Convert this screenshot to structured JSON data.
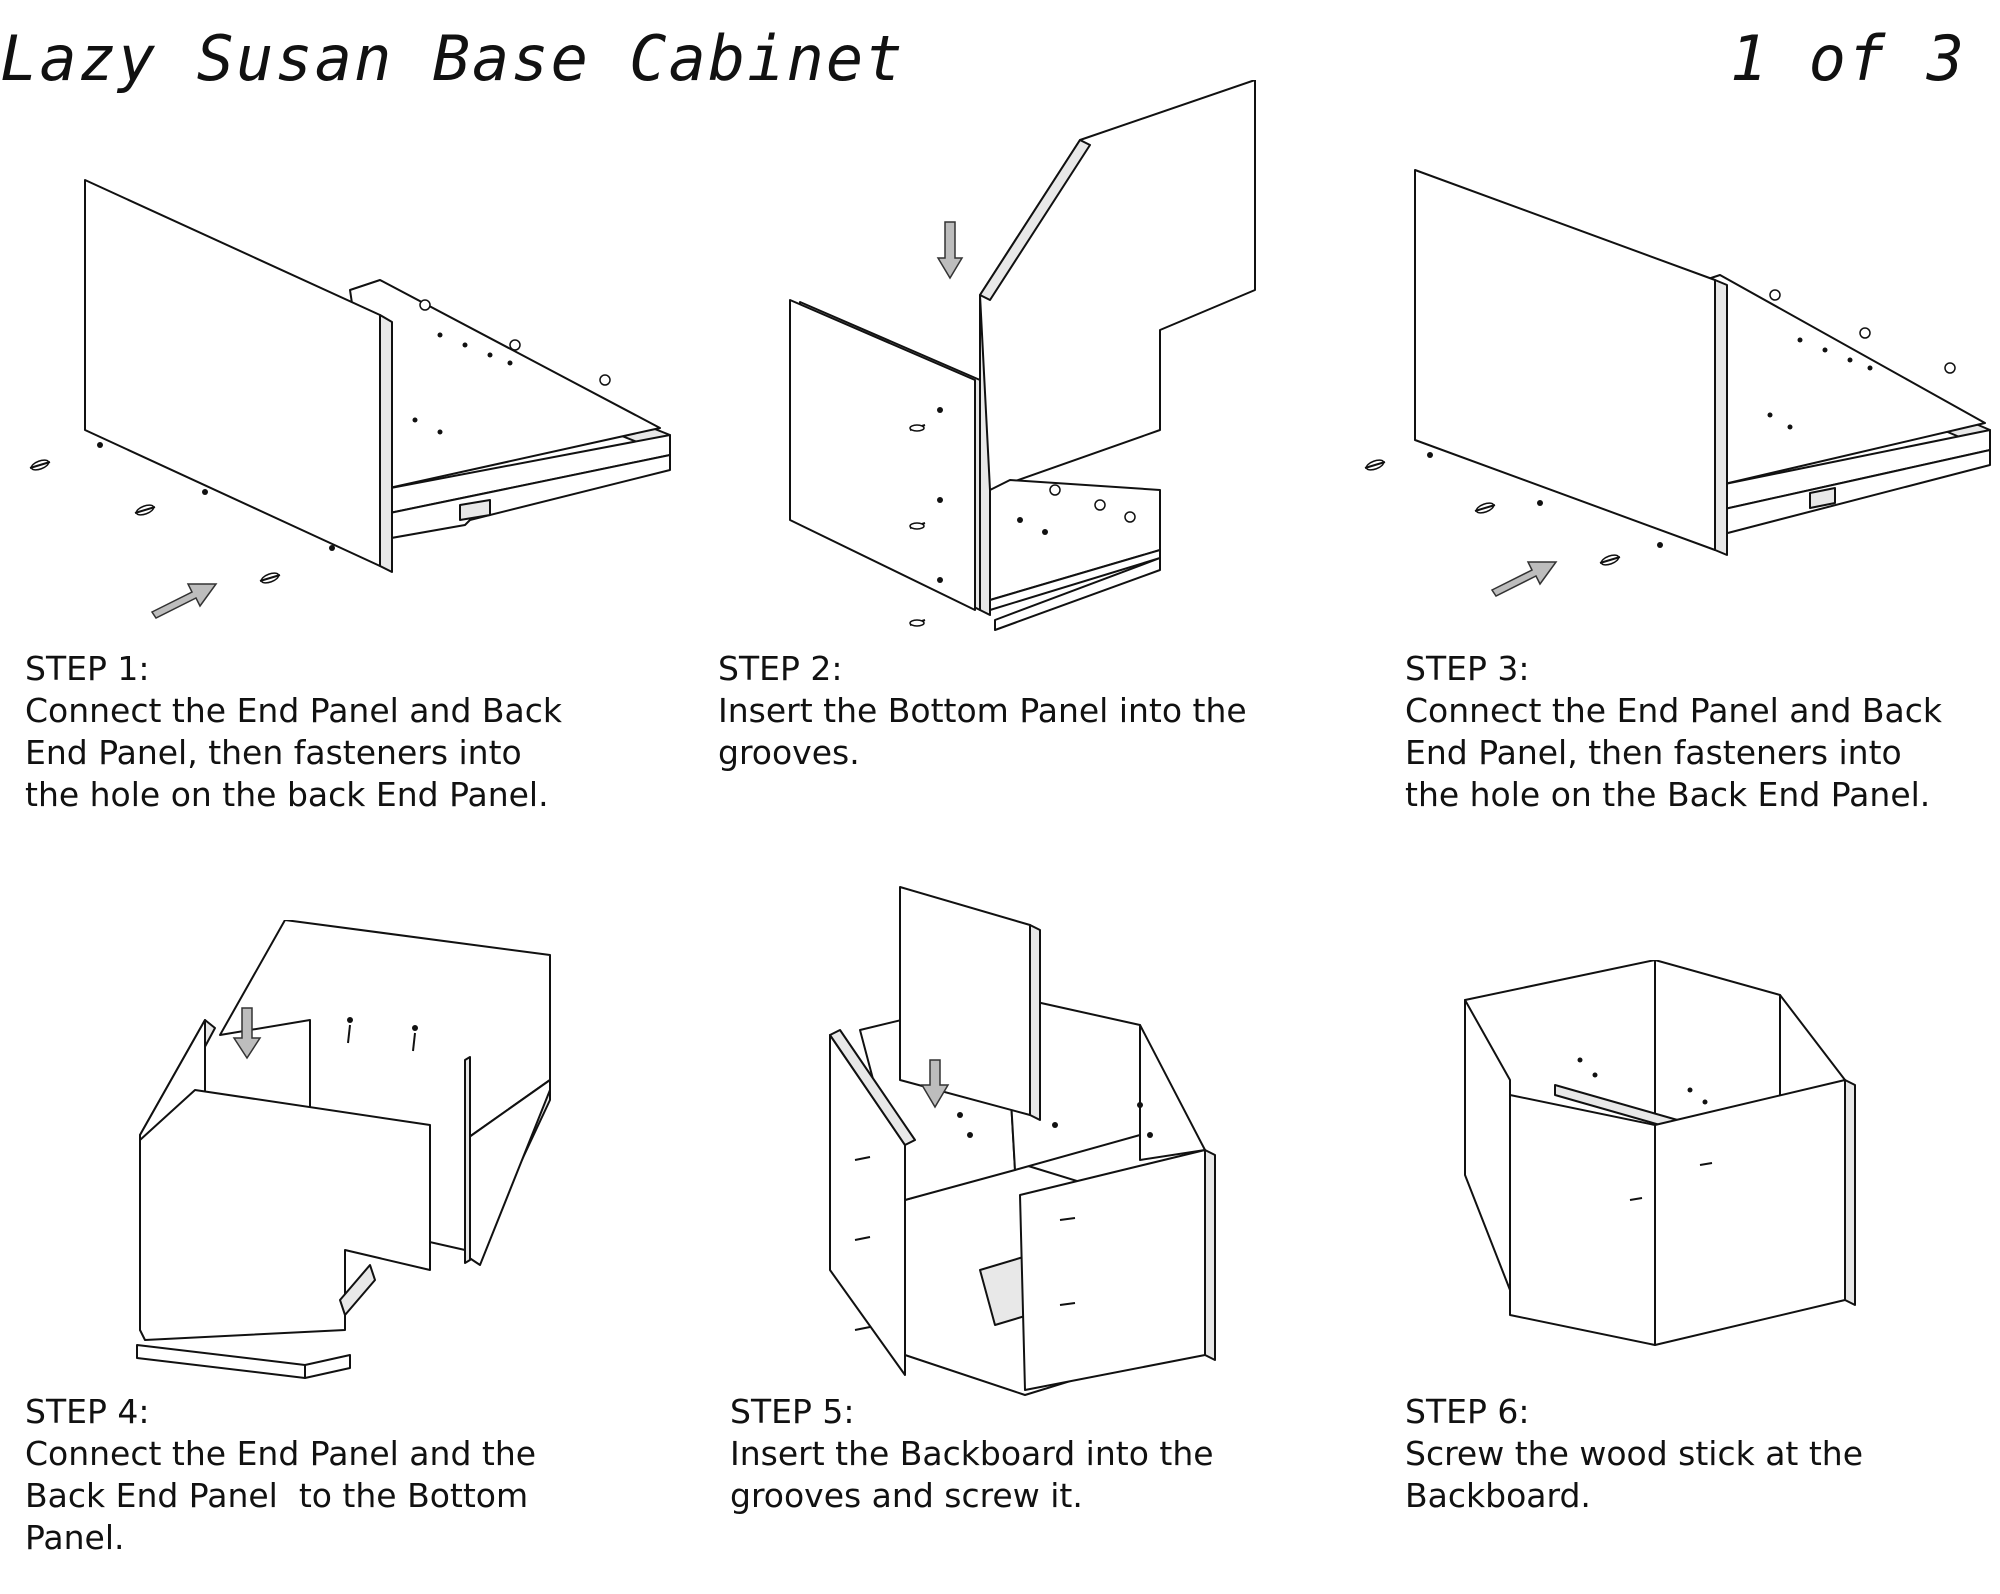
{
  "document": {
    "title": "Lazy Susan Base Cabinet",
    "page": "1 of 3"
  },
  "steps": [
    {
      "heading": "STEP 1:",
      "lines": [
        "Connect the End Panel and Back",
        "End Panel, then fasteners into",
        "the hole on the back End Panel."
      ]
    },
    {
      "heading": "STEP 2:",
      "lines": [
        "Insert the Bottom Panel into the",
        "grooves."
      ]
    },
    {
      "heading": "STEP 3:",
      "lines": [
        "Connect the End Panel and Back",
        "End Panel, then fasteners into",
        "the hole on the Back End Panel."
      ]
    },
    {
      "heading": "STEP 4:",
      "lines": [
        "Connect the End Panel and the",
        "Back End Panel  to the Bottom",
        "Panel."
      ]
    },
    {
      "heading": "STEP 5:",
      "lines": [
        "Insert the Backboard into the",
        "grooves and screw it."
      ]
    },
    {
      "heading": "STEP 6:",
      "lines": [
        "Screw the wood stick at the",
        "Backboard."
      ]
    }
  ]
}
